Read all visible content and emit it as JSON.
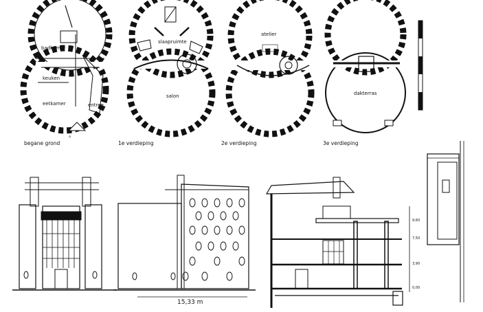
{
  "captions": {
    "ground": "begane grond",
    "first": "1e verdieping",
    "second": "2e verdieping",
    "third": "3e verdieping"
  },
  "rooms": {
    "badkamer": "badkamer",
    "keuken": "keuken",
    "eetkamer": "eetkamer",
    "entree": "entree",
    "slaapruimte": "slaapruimte",
    "salon": "salon",
    "atelier": "atelier",
    "dakterras": "dakterras"
  },
  "dimension": "15,33 m",
  "levels": [
    "9,60",
    "7,50",
    "3,90",
    "0,00"
  ]
}
